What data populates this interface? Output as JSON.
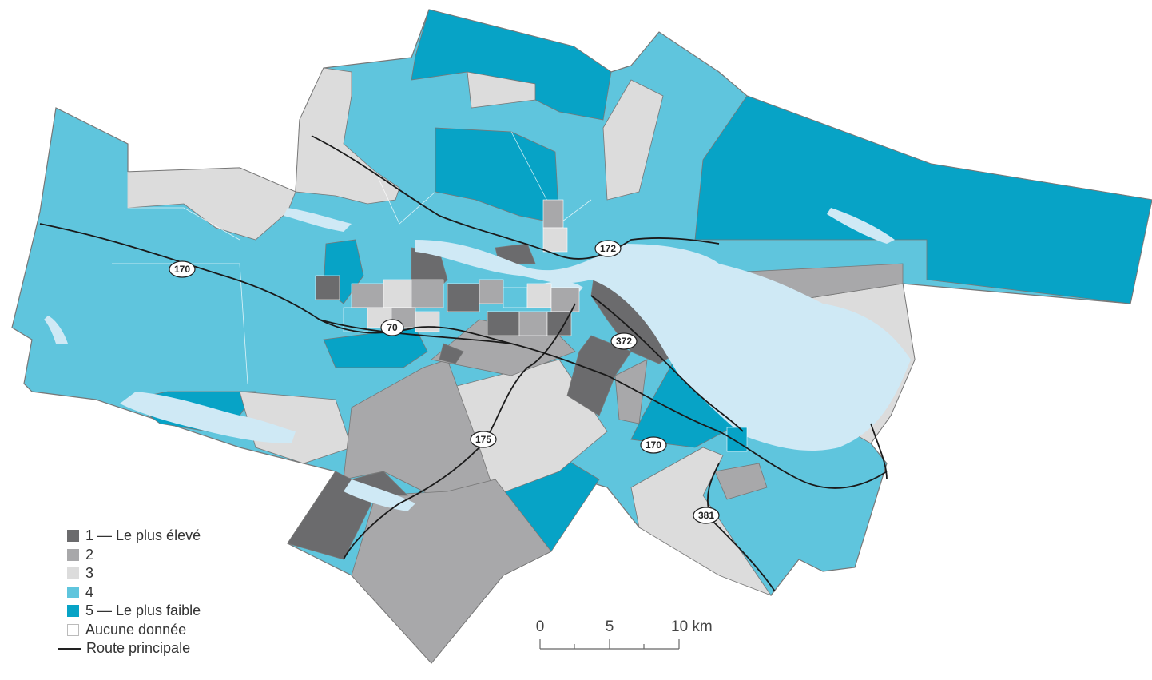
{
  "map": {
    "colors": {
      "class1": "#6b6b6d",
      "class2": "#a8a8aa",
      "class3": "#dcdcdc",
      "class4": "#5fc5dd",
      "class5": "#07a3c6",
      "water": "#cfe9f5",
      "no_data": "#ffffff",
      "border": "#777777",
      "road": "#1a1a1a"
    },
    "legend": [
      {
        "label": "1 — Le plus élevé",
        "color_key": "class1"
      },
      {
        "label": "2",
        "color_key": "class2"
      },
      {
        "label": "3",
        "color_key": "class3"
      },
      {
        "label": "4",
        "color_key": "class4"
      },
      {
        "label": "5 — Le plus faible",
        "color_key": "class5"
      },
      {
        "label": "Aucune donnée",
        "color_key": "no_data"
      }
    ],
    "road_legend": "Route principale",
    "route_shields": [
      "170",
      "172",
      "70",
      "372",
      "175",
      "170",
      "381"
    ],
    "scale": {
      "ticks": [
        "0",
        "5",
        "10 km"
      ]
    }
  }
}
